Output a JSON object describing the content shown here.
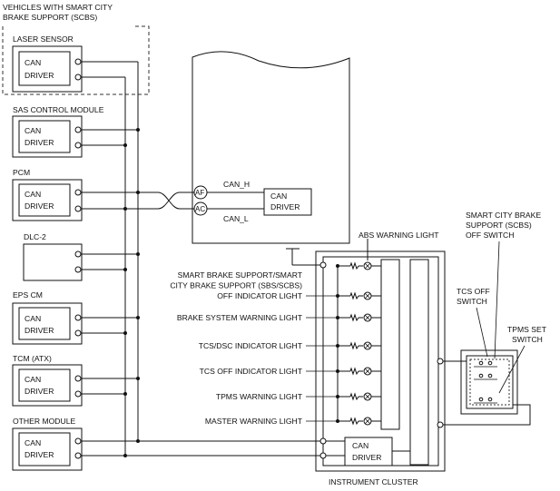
{
  "scbs_group_label": [
    "VEHICLES WITH SMART CITY",
    "BRAKE SUPPORT (SCBS)"
  ],
  "modules": [
    {
      "label": "LASER SENSOR",
      "inner": [
        "CAN",
        "DRIVER"
      ]
    },
    {
      "label": "SAS CONTROL MODULE",
      "inner": [
        "CAN",
        "DRIVER"
      ]
    },
    {
      "label": "PCM",
      "inner": [
        "CAN",
        "DRIVER"
      ]
    },
    {
      "label": "DLC-2",
      "inner": []
    },
    {
      "label": "EPS CM",
      "inner": [
        "CAN",
        "DRIVER"
      ]
    },
    {
      "label": "TCM (ATX)",
      "inner": [
        "CAN",
        "DRIVER"
      ]
    },
    {
      "label": "OTHER MODULE",
      "inner": [
        "CAN",
        "DRIVER"
      ]
    }
  ],
  "pcm_zoom": {
    "terminal_high": "AF",
    "terminal_low": "AC",
    "wire_high": "CAN_H",
    "wire_low": "CAN_L",
    "driver": [
      "CAN",
      "DRIVER"
    ]
  },
  "cluster": {
    "label": "INSTRUMENT CLUSTER",
    "driver": [
      "CAN",
      "DRIVER"
    ],
    "lights": [
      {
        "label": [
          "ABS WARNING LIGHT"
        ]
      },
      {
        "label": [
          "SMART BRAKE SUPPORT/SMART",
          "CITY BRAKE SUPPORT (SBS/SCBS)",
          "OFF INDICATOR LIGHT"
        ]
      },
      {
        "label": [
          "BRAKE SYSTEM WARNING LIGHT"
        ]
      },
      {
        "label": [
          "TCS/DSC INDICATOR LIGHT"
        ]
      },
      {
        "label": [
          "TCS OFF INDICATOR LIGHT"
        ]
      },
      {
        "label": [
          "TPMS WARNING LIGHT"
        ]
      },
      {
        "label": [
          "MASTER WARNING LIGHT"
        ]
      }
    ]
  },
  "switches": {
    "scbs_off": [
      "SMART CITY BRAKE",
      "SUPPORT (SCBS)",
      "OFF SWITCH"
    ],
    "tcs_off": [
      "TCS OFF",
      "SWITCH"
    ],
    "tpms_set": [
      "TPMS SET",
      "SWITCH"
    ]
  }
}
